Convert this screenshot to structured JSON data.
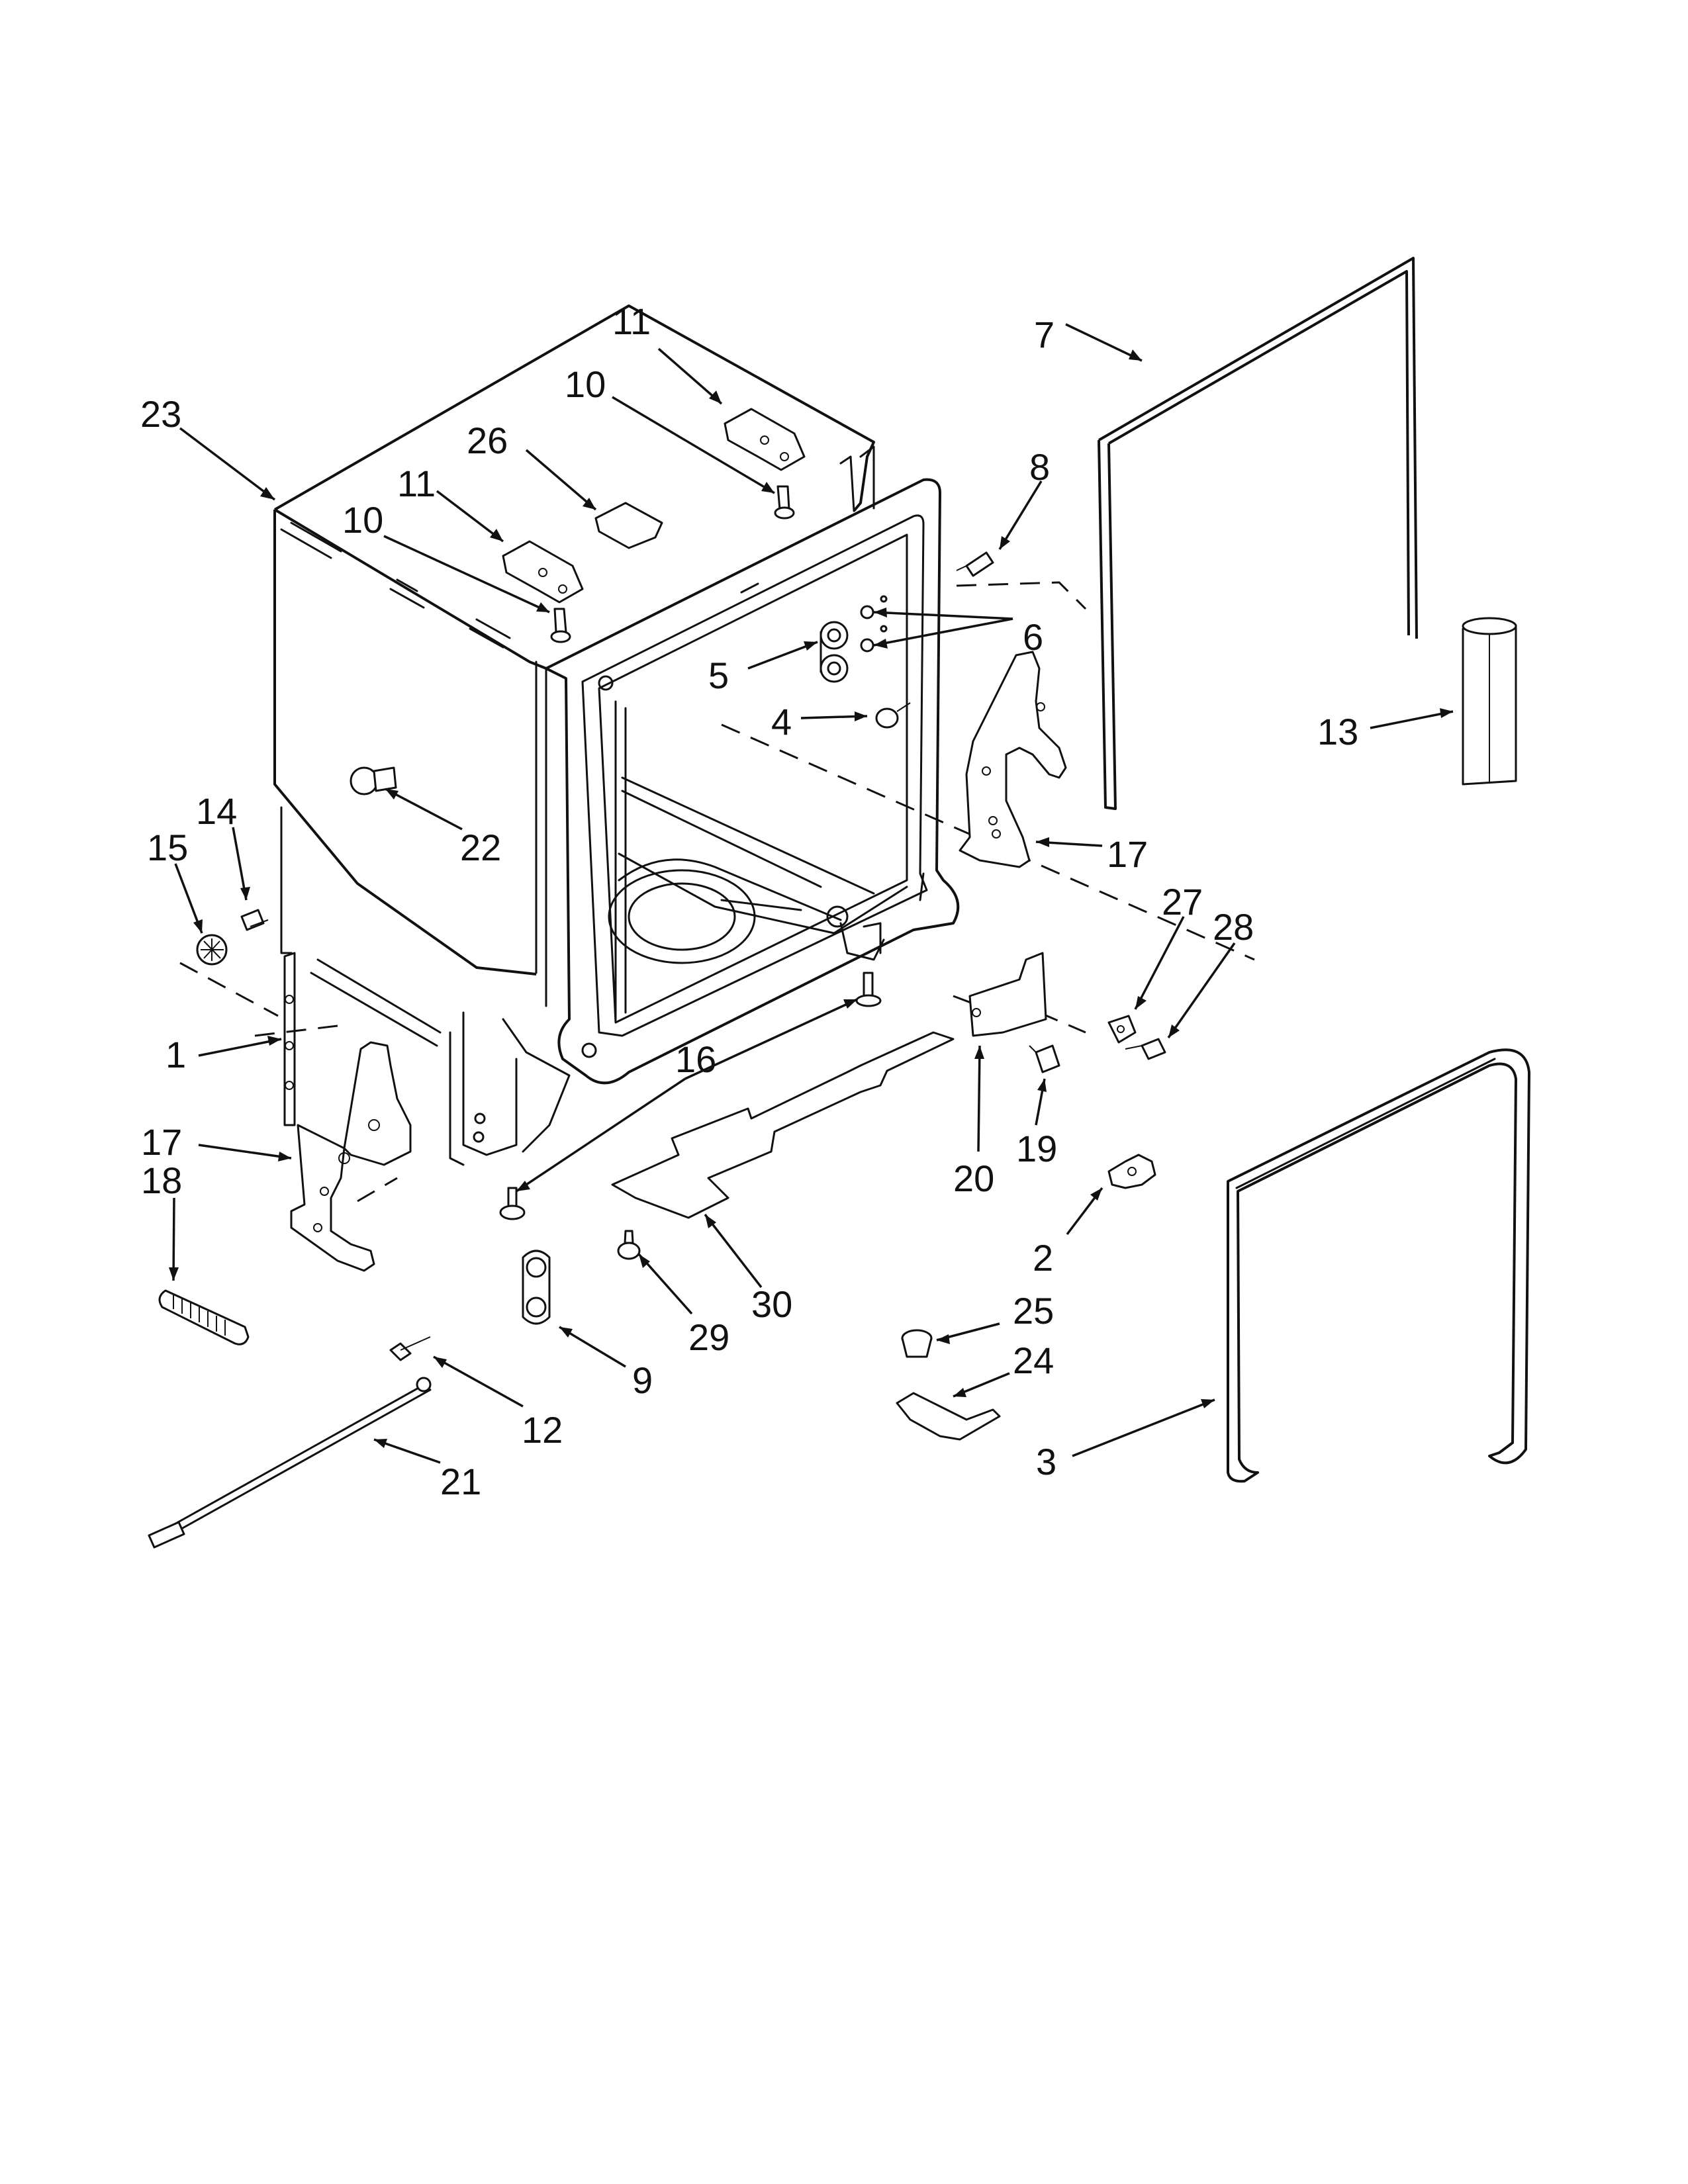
{
  "callouts": [
    {
      "id": "c23",
      "text": "23"
    },
    {
      "id": "c11a",
      "text": "11"
    },
    {
      "id": "c10a",
      "text": "10"
    },
    {
      "id": "c26",
      "text": "26"
    },
    {
      "id": "c11b",
      "text": "11"
    },
    {
      "id": "c10b",
      "text": "10"
    },
    {
      "id": "c7",
      "text": "7"
    },
    {
      "id": "c8",
      "text": "8"
    },
    {
      "id": "c6",
      "text": "6"
    },
    {
      "id": "c5",
      "text": "5"
    },
    {
      "id": "c4",
      "text": "4"
    },
    {
      "id": "c13",
      "text": "13"
    },
    {
      "id": "c17a",
      "text": "17"
    },
    {
      "id": "c22",
      "text": "22"
    },
    {
      "id": "c14",
      "text": "14"
    },
    {
      "id": "c15",
      "text": "15"
    },
    {
      "id": "c27",
      "text": "27"
    },
    {
      "id": "c28",
      "text": "28"
    },
    {
      "id": "c1",
      "text": "1"
    },
    {
      "id": "c16",
      "text": "16"
    },
    {
      "id": "c17b",
      "text": "17"
    },
    {
      "id": "c18",
      "text": "18"
    },
    {
      "id": "c20",
      "text": "20"
    },
    {
      "id": "c19",
      "text": "19"
    },
    {
      "id": "c2",
      "text": "2"
    },
    {
      "id": "c30",
      "text": "30"
    },
    {
      "id": "c29",
      "text": "29"
    },
    {
      "id": "c25",
      "text": "25"
    },
    {
      "id": "c24",
      "text": "24"
    },
    {
      "id": "c9",
      "text": "9"
    },
    {
      "id": "c12",
      "text": "12"
    },
    {
      "id": "c3",
      "text": "3"
    },
    {
      "id": "c21",
      "text": "21"
    }
  ]
}
